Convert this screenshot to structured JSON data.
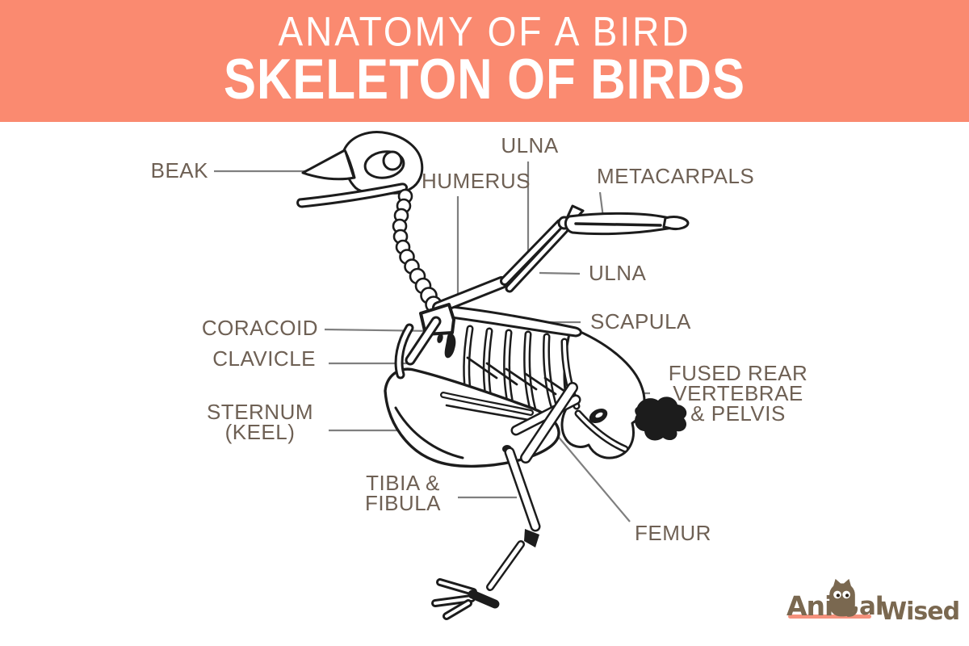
{
  "theme": {
    "banner_background": "#FA8A70",
    "banner_text_color": "#FFFFFF",
    "page_background": "#FFFFFF",
    "label_text_color": "#6E6054",
    "pointer_line_color": "#7F7F7F",
    "illustration_line_color": "#1C1C1C",
    "logo_brown": "#7A6850",
    "logo_accent": "#F5917C"
  },
  "header": {
    "supertitle": "ANATOMY OF A BIRD",
    "title": "SKELETON OF BIRDS"
  },
  "diagram": {
    "subject": "Line drawing of a bird skeleton seen from the left side",
    "labels": {
      "beak": "BEAK",
      "ulna_top": "ULNA",
      "humerus": "HUMERUS",
      "metacarpals": "METACARPALS",
      "ulna_side": "ULNA",
      "scapula": "SCAPULA",
      "coracoid": "CORACOID",
      "clavicle": "CLAVICLE",
      "fused_line1": "FUSED REAR VERTEBRAE",
      "fused_line2": "& PELVIS",
      "sternum_line1": "STERNUM",
      "sternum_line2": "(KEEL)",
      "tibia_line1": "TIBIA &",
      "tibia_line2": "FIBULA",
      "femur": "FEMUR"
    }
  },
  "logo": {
    "wordmark_part1": "Ani",
    "wordmark_part2": "al",
    "wordmark_part3": "Wised",
    "full_name": "AnimalWised"
  }
}
